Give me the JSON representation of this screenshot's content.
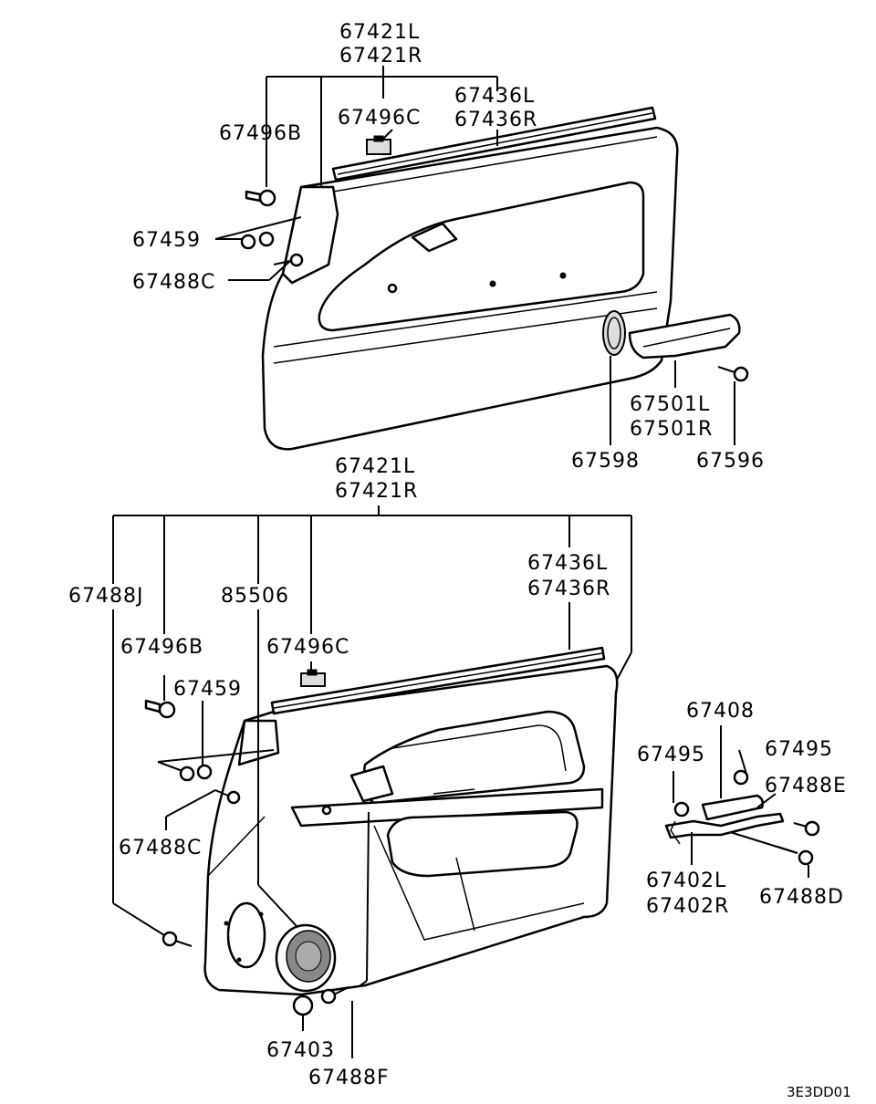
{
  "diagram_code": "3E3DD01",
  "upper_panel": {
    "trim_panel": [
      "67421L",
      "67421R"
    ],
    "weatherstrip": [
      "67436L",
      "67436R"
    ],
    "clip_b": "67496B",
    "clip_c": "67496C",
    "retainer": "67459",
    "screw_c": "67488C",
    "pull_handle": [
      "67501L",
      "67501R"
    ],
    "cap": "67598",
    "screw": "67596"
  },
  "lower_panel": {
    "trim_panel": [
      "67421L",
      "67421R"
    ],
    "weatherstrip": [
      "67436L",
      "67436R"
    ],
    "screw_j": "67488J",
    "speaker_grille": "85506",
    "clip_b": "67496B",
    "clip_c": "67496C",
    "retainer": "67459",
    "screw_c": "67488C",
    "plug": "67403",
    "screw_f": "67488F"
  },
  "switch_assembly": {
    "bracket": "67408",
    "screw_left": "67495",
    "screw_right": "67495",
    "screw_e": "67488E",
    "switch_panel": [
      "67402L",
      "67402R"
    ],
    "screw_d": "67488D"
  }
}
